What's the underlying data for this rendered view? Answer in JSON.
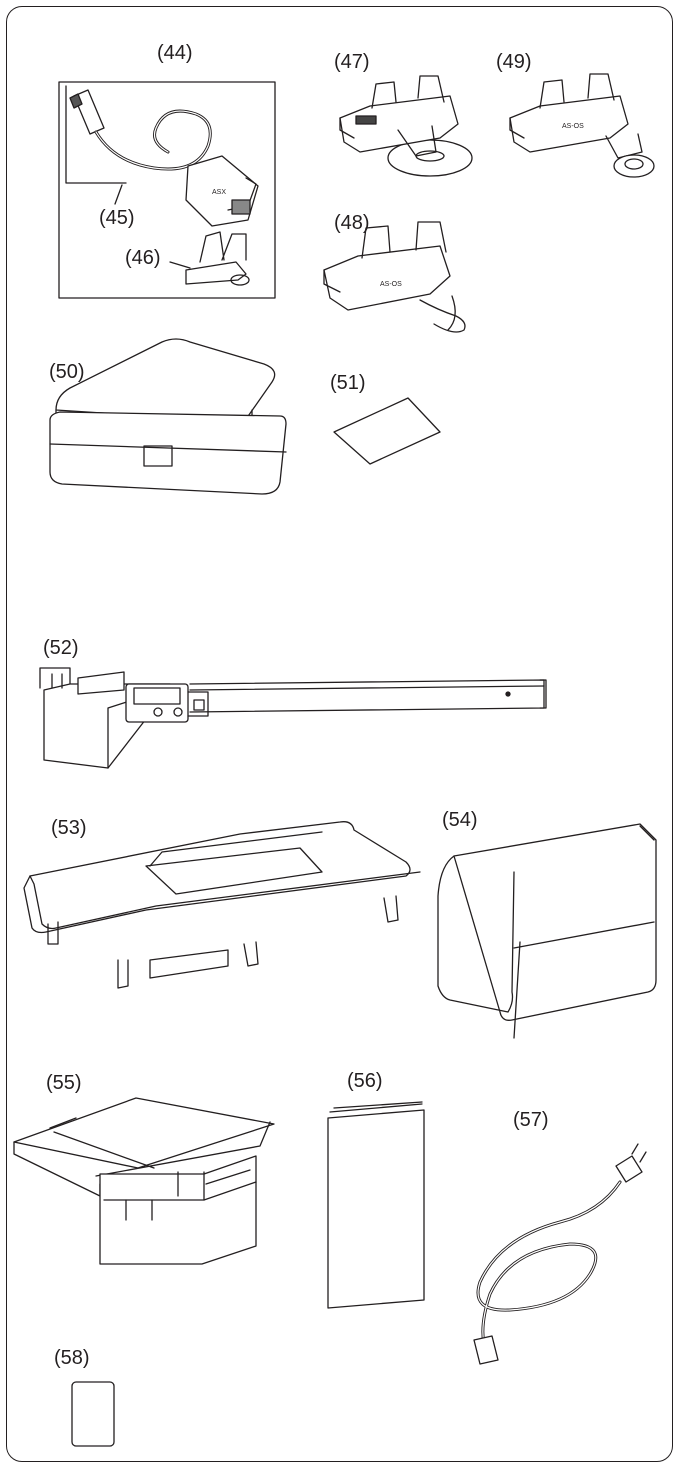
{
  "labels": {
    "p44": "(44)",
    "p45": "(45)",
    "p46": "(46)",
    "p47": "(47)",
    "p48": "(48)",
    "p49": "(49)",
    "p50": "(50)",
    "p51": "(51)",
    "p52": "(52)",
    "p53": "(53)",
    "p54": "(54)",
    "p55": "(55)",
    "p56": "(56)",
    "p57": "(57)",
    "p58": "(58)"
  },
  "foot_marking": "AS-OS",
  "cable_marking": "ASX"
}
